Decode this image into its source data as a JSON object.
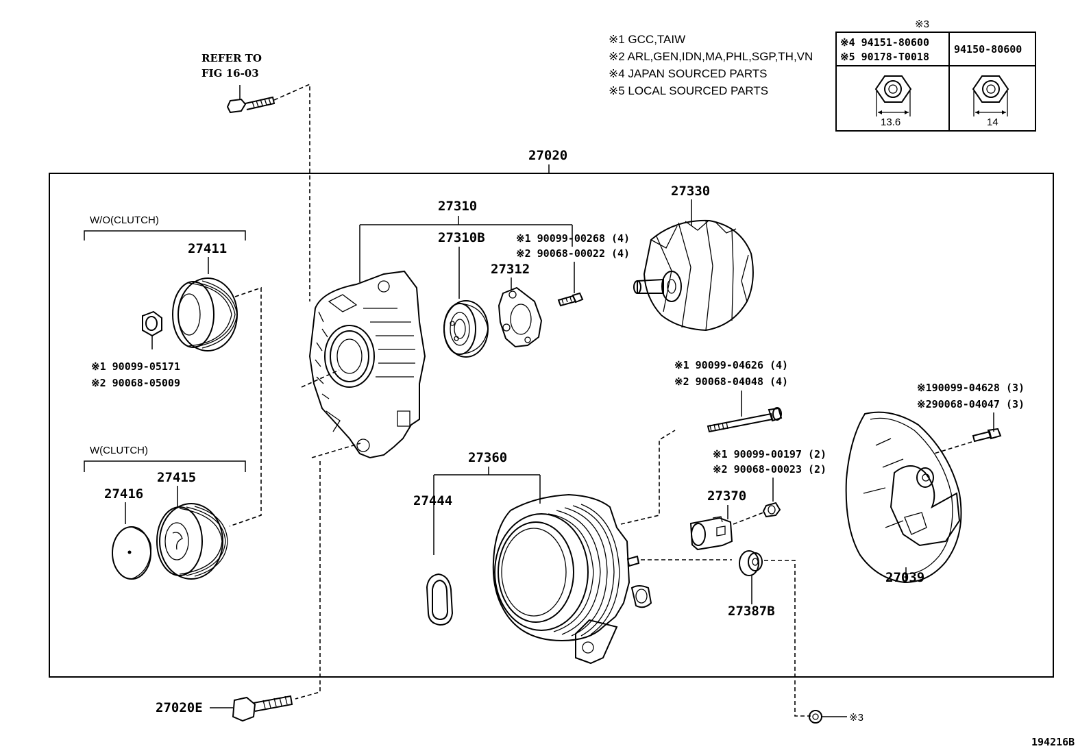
{
  "notes": {
    "n1": "※1 GCC,TAIW",
    "n2": "※2 ARL,GEN,IDN,MA,PHL,SGP,TH,VN",
    "n4": "※4 JAPAN SOURCED PARTS",
    "n5": "※5 LOCAL SOURCED PARTS"
  },
  "nut_table": {
    "marker": "※3",
    "left_header_1": "※4 94151-80600",
    "left_header_2": "※5 90178-T0018",
    "right_header": "94150-80600",
    "left_dimension": "13.6",
    "right_dimension": "14"
  },
  "refer": {
    "line1": "REFER TO",
    "line2": "FIG 16-03"
  },
  "labels": {
    "assembly": "27020",
    "frame": "27310",
    "bearing": "27310B",
    "retainer": "27312",
    "rotor": "27330",
    "stator_frame": "27360",
    "seal": "27444",
    "regulator": "27370",
    "insulator": "27387B",
    "cover": "27039",
    "pulley_woc": "27411",
    "pulley_wc": "27415",
    "cap": "27416",
    "bolt_bottom": "27020E",
    "drawing_id": "194216B",
    "wo_clutch": "W/O(CLUTCH)",
    "w_clutch": "W(CLUTCH)",
    "nut_marker": "※3"
  },
  "part_numbers": {
    "screw_retainer_1": "※1 90099-00268 (4)",
    "screw_retainer_2": "※2 90068-00022 (4)",
    "nut_pulley_1": "※1  90099-05171",
    "nut_pulley_2": "※2  90068-05009",
    "through_bolt_1": "※1 90099-04626 (4)",
    "through_bolt_2": "※2 90068-04048 (4)",
    "cover_bolt_1": "※190099-04628 (3)",
    "cover_bolt_2": "※290068-04047 (3)",
    "reg_screw_1": "※1 90099-00197 (2)",
    "reg_screw_2": "※2 90068-00023 (2)"
  }
}
